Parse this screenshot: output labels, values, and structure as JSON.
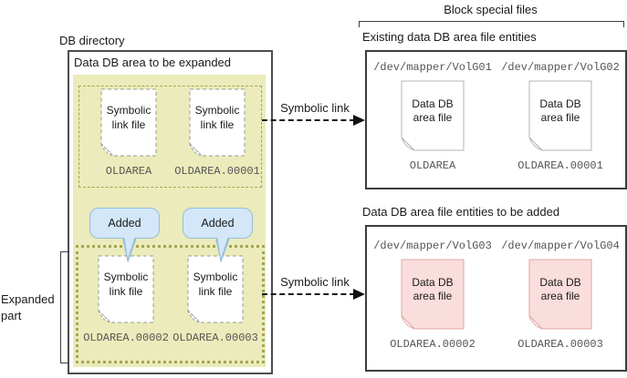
{
  "left": {
    "directory_label": "DB directory",
    "box_title": "Data DB area to be expanded",
    "icon_text": "Symbolic link file",
    "existing_files": [
      {
        "label": "OLDAREA"
      },
      {
        "label": "OLDAREA.00001"
      }
    ],
    "added_callouts": [
      {
        "label": "Added"
      },
      {
        "label": "Added"
      }
    ],
    "expanded_files": [
      {
        "label": "OLDAREA.00002"
      },
      {
        "label": "OLDAREA.00003"
      }
    ],
    "expanded_part_label": "Expanded part"
  },
  "arrows": {
    "top_label": "Symbolic link",
    "bottom_label": "Symbolic link"
  },
  "right": {
    "bracket_title": "Block special files",
    "icon_text": "Data DB area file",
    "existing": {
      "title": "Existing data DB area file entities",
      "files": [
        {
          "path": "/dev/mapper/VolG01",
          "label": "OLDAREA"
        },
        {
          "path": "/dev/mapper/VolG02",
          "label": "OLDAREA.00001"
        }
      ]
    },
    "added": {
      "title": "Data DB area file entities to be added",
      "files": [
        {
          "path": "/dev/mapper/VolG03",
          "label": "OLDAREA.00002"
        },
        {
          "path": "/dev/mapper/VolG04",
          "label": "OLDAREA.00003"
        }
      ]
    }
  },
  "colors": {
    "yellow_area": "#ebebbb",
    "olive_border": "#a6a653",
    "bubble_fill": "#d3e7f8",
    "bubble_border": "#95bedb",
    "pink_fill": "#fadddd",
    "pink_border": "#dfa6a6",
    "gray_icon_border": "#b3b3b3",
    "dashed_icon_border": "#9a9a9a"
  }
}
